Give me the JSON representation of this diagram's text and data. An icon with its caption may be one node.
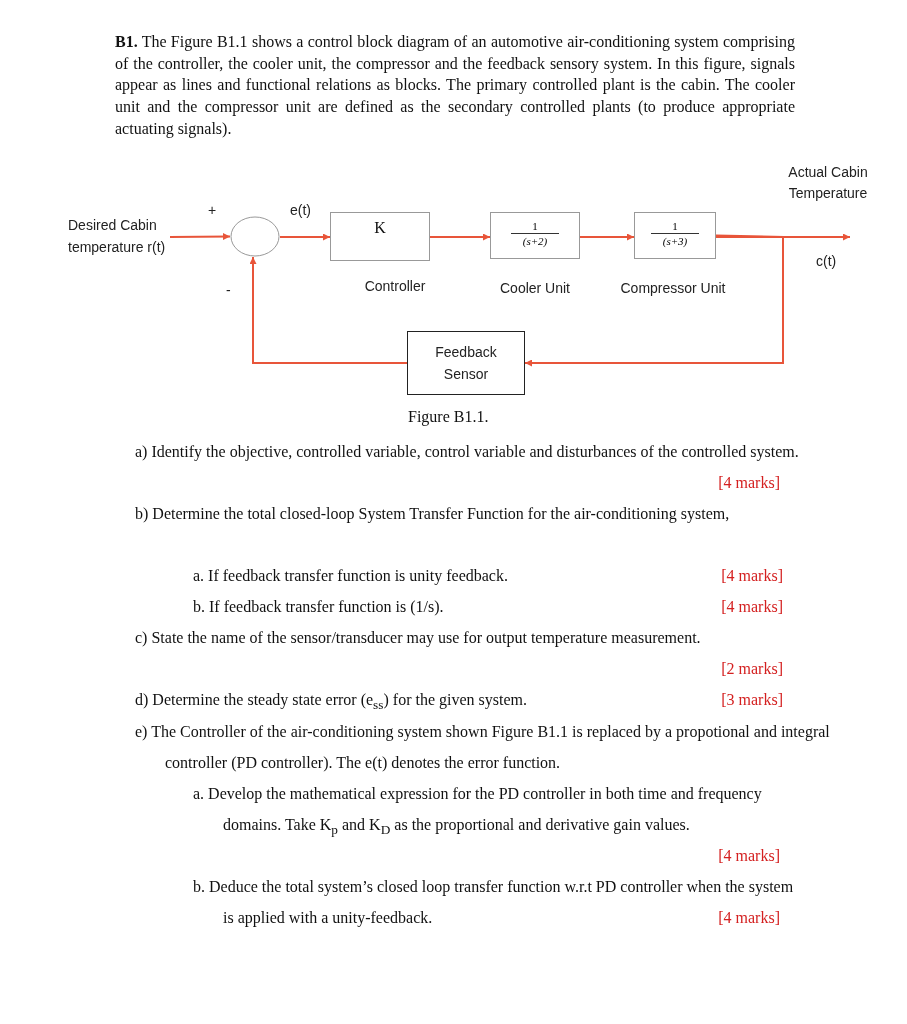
{
  "diagram": {
    "title": "Figure B1.1.",
    "nodes": [
      {
        "text": [
          "Desired Cabin temperature r(t)"
        ]
      },
      {
        "text": [],
        "shape": "circle"
      },
      {
        "text": [
          "K"
        ],
        "beside": [
          "Controller"
        ]
      },
      {
        "text": [
          "1",
          "(s+2)"
        ],
        "beside": [
          "Cooler Unit"
        ]
      },
      {
        "text": [
          "1",
          "(s+3)"
        ],
        "beside": [
          "Compressor Unit"
        ]
      },
      {
        "text": [
          "Feedback Sensor"
        ]
      }
    ],
    "edges": [
      {
        "from": 0,
        "to": 1,
        "arrow": "to"
      },
      {
        "from": 1,
        "to": 2,
        "arrow": "to",
        "label": "e(t)"
      },
      {
        "from": 2,
        "to": 3,
        "arrow": "to"
      },
      {
        "from": 3,
        "to": 4,
        "arrow": "to"
      },
      {
        "from": 4,
        "to": null,
        "arrow": "to"
      },
      {
        "from": 4,
        "to": 5,
        "arrow": "to"
      },
      {
        "from": 5,
        "to": 1,
        "arrow": "to"
      }
    ],
    "labels": [
      "**B1.** The Figure B1.1 shows a control block diagram of an automotive air-conditioning system comprising of the controller, the cooler unit, the compressor and the feedback sensory system. In this figure, signals appear as lines and functional relations as blocks. The primary controlled plant is the cabin. The cooler unit and the compressor unit are defined as the secondary controlled plants (to produce appropriate actuating signals).",
      "+",
      "-",
      "Actual Cabin Temperature",
      "c(t)",
      "a) Identify the objective, controlled variable, control variable and disturbances of the controlled system.",
      "[4 marks]",
      "b) Determine the total closed-loop System Transfer Function for the air-conditioning system,",
      "a. If feedback transfer function is unity feedback.",
      "[4 marks]",
      "b. If feedback transfer function is (1/s).",
      "[4 marks]",
      "c) State the name of the sensor/transducer may use for output temperature measurement.",
      "[2 marks]",
      "d) Determine the steady state error (e$_{ss}$) for the given system.",
      "[3 marks]",
      "e) The Controller of the air-conditioning system shown Figure B1.1 is replaced by a propotional and integral controller (PD controller). The e(t) denotes the error function.",
      "a. Develop the mathematical expression for the PD controller in both time and frequency domains. Take K$_{p}$ and K$_{D}$ as the proportional and derivative gain values.",
      "[4 marks]",
      "b. Deduce the total system’s closed loop transfer function w.r.t PD controller when the system is applied with a unity-feedback.",
      "[4 marks]"
    ]
  }
}
